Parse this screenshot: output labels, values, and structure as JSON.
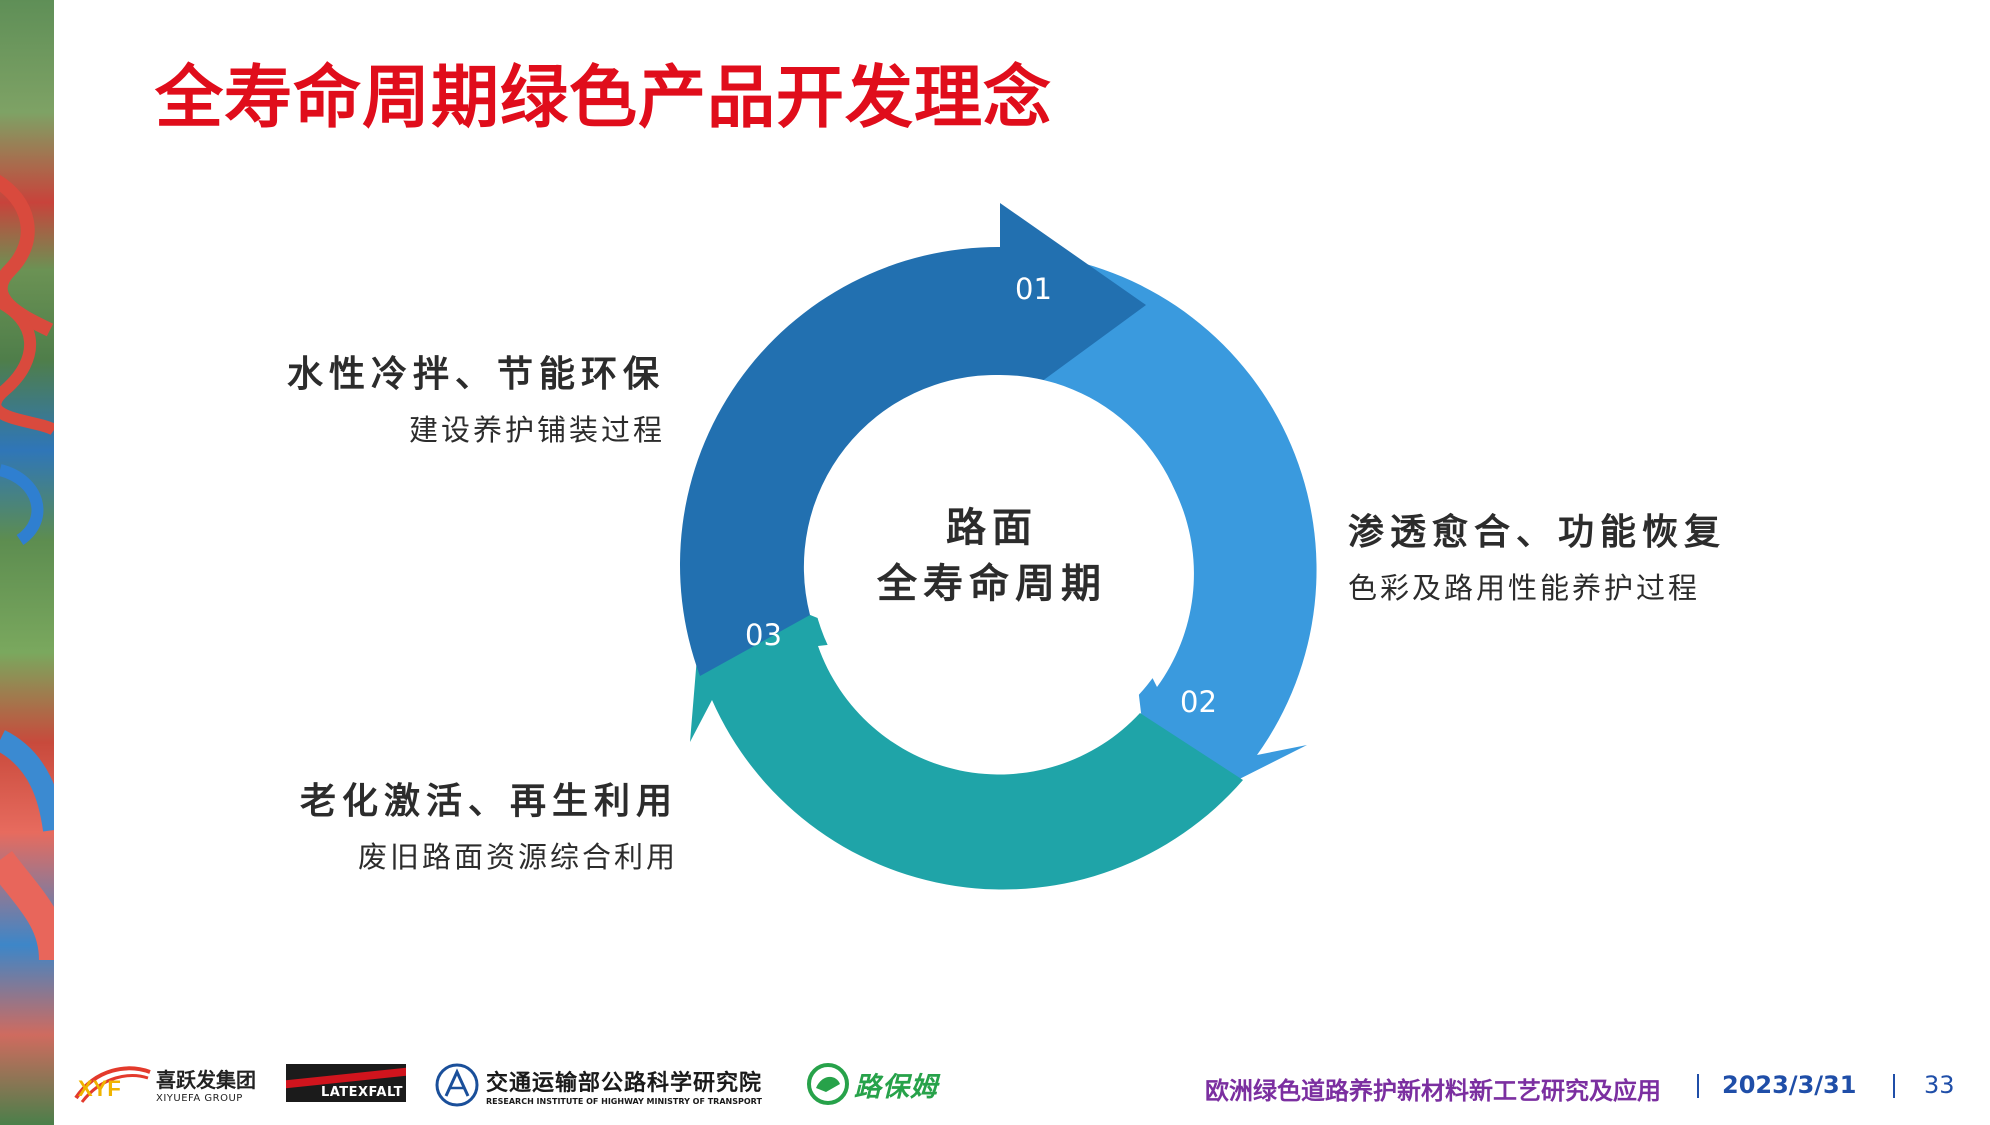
{
  "title": "全寿命周期绿色产品开发理念",
  "center": {
    "line1": "路面",
    "line2": "全寿命周期"
  },
  "steps": [
    {
      "num": "01",
      "head": "水性冷拌、节能环保",
      "sub": "建设养护铺装过程",
      "color": "#2270b0"
    },
    {
      "num": "02",
      "head": "渗透愈合、功能恢复",
      "sub": "色彩及路用性能养护过程",
      "color": "#3a9ade"
    },
    {
      "num": "03",
      "head": "老化激活、再生利用",
      "sub": "废旧路面资源综合利用",
      "color": "#1fa4a8"
    }
  ],
  "logos": {
    "xyf": {
      "mark": "XYF",
      "cn": "喜跃发集团",
      "en": "XIYUEFA GROUP"
    },
    "latexfalt": {
      "text": "LATEXFALT"
    },
    "rih": {
      "cn": "交通运输部公路科学研究院",
      "en": "RESEARCH INSTITUTE OF HIGHWAY MINISTRY OF TRANSPORT"
    },
    "lubaomu": {
      "cn": "路保姆"
    }
  },
  "footer": {
    "subject": "欧洲绿色道路养护新材料新工艺研究及应用",
    "date": "2023/3/31",
    "page": "33"
  },
  "colors": {
    "title": "#e00d1b",
    "footer_subject": "#7b2fa0",
    "footer_meta": "#1f4ea8"
  }
}
